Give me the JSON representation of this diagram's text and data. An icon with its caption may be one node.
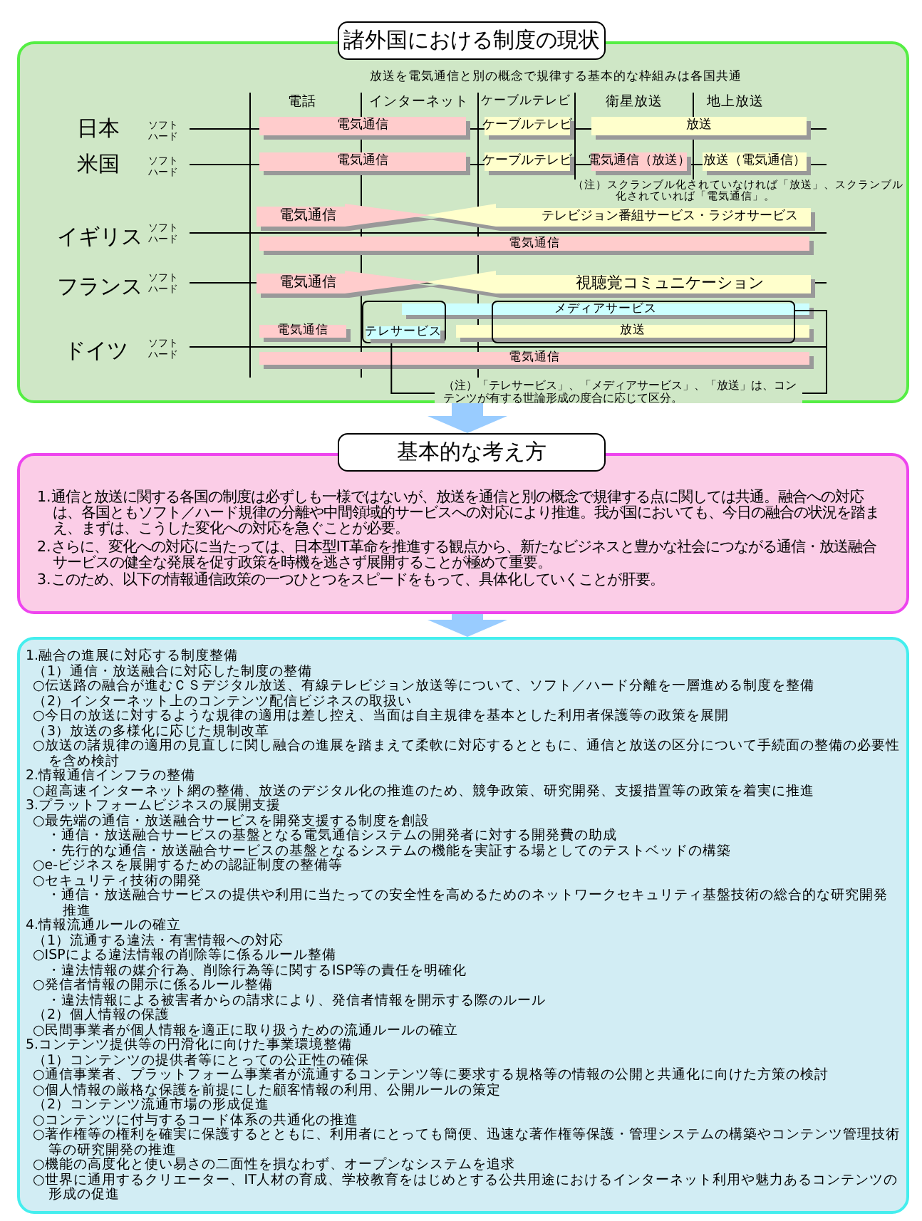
{
  "diagram": {
    "nodes": [
      {
        "text": [
          "諸外国における制度の現状"
        ]
      },
      {
        "text": [
          "電気通信"
        ],
        "in": 0
      },
      {
        "text": [
          "ケーブルテレビ"
        ],
        "in": 0
      },
      {
        "text": [
          "放送"
        ],
        "in": 0
      },
      {
        "text": [
          "電気通信"
        ],
        "in": 0
      },
      {
        "text": [
          "ケーブルテレビ"
        ],
        "in": 0
      },
      {
        "text": [
          "電気通信（放送）"
        ],
        "in": 0
      },
      {
        "text": [
          "放送（電気通信）"
        ],
        "in": 0
      },
      {
        "text": [
          "電気通信"
        ],
        "in": 0
      },
      {
        "text": [
          "テレビジョン番組サービス・ラジオサービス"
        ],
        "in": 0
      },
      {
        "text": [
          "電気通信"
        ],
        "in": 0
      },
      {
        "text": [
          "電気通信"
        ],
        "in": 0
      },
      {
        "text": [
          "視聴覚コミュニケーション"
        ],
        "in": 0
      },
      {
        "text": [],
        "shape": "box",
        "in": 0
      },
      {
        "text": [],
        "shape": "box",
        "in": 0
      },
      {
        "text": [
          "メディアサービス"
        ],
        "in": 0
      },
      {
        "text": [
          "電気通信"
        ],
        "in": 0
      },
      {
        "text": [
          "テレサービス"
        ],
        "in": 13
      },
      {
        "text": [
          "放送"
        ],
        "in": 0
      },
      {
        "text": [
          "電気通信"
        ],
        "in": 0
      },
      {
        "text": [
          "（注）「テレサービス」、「メディアサービス」、「放送」は、コンテンツが有する世論形成の度合に応じて区分。"
        ],
        "in": 0
      },
      {
        "text": [
          "基本的な考え方",
          "1.通信と放送に関する各国の制度は必ずしも一様ではないが、放送を通信と別の概念で規律する点に関しては共通。融合への対応は、各国ともソフト／ハード規律の分離や中間領域的サービスへの対応により推進。我が国においても、今日の融合の状況を踏まえ、まずは、こうした変化への対応を急ぐことが必要。",
          "2.さらに、変化への対応に当たっては、日本型IT革命を推進する観点から、新たなビジネスと豊かな社会につながる通信・放送融合サービスの健全な発展を促す政策を時機を逃さず展開することが極めて重要。",
          "3.このため、以下の情報通信政策の一つひとつをスピードをもって、具体化していくことが肝要。"
        ]
      },
      {
        "text": [
          "1.融合の進展に対応する制度整備",
          "（1）通信・放送融合に対応した制度の整備",
          "○伝送路の融合が進むＣＳデジタル放送、有線テレビジョン放送等について、ソフト／ハード分離を一層進める制度を整備",
          "（2）インターネット上のコンテンツ配信ビジネスの取扱い",
          "○今日の放送に対するような規律の適用は差し控え、当面は自主規律を基本とした利用者保護等の政策を展開",
          "（3）放送の多様化に応じた規制改革",
          "○放送の諸規律の適用の見直しに関し融合の進展を踏まえて柔軟に対応するとともに、通信と放送の区分について手続面の整備の必要性を含め検討",
          "2.情報通信インフラの整備",
          "○超高速インターネット網の整備、放送のデジタル化の推進のため、競争政策、研究開発、支援措置等の政策を着実に推進",
          "3.プラットフォームビジネスの展開支援",
          "○最先端の通信・放送融合サービスを開発支援する制度を創設",
          "・通信・放送融合サービスの基盤となる電気通信システムの開発者に対する開発費の助成",
          "・先行的な通信・放送融合サービスの基盤となるシステムの機能を実証する場としてのテストベッドの構築",
          "○e-ビジネスを展開するための認証制度の整備等",
          "○セキュリティ技術の開発",
          "・通信・放送融合サービスの提供や利用に当たっての安全性を高めるためのネットワークセキュリティ基盤技術の総合的な研究開発推進",
          "4.情報流通ルールの確立",
          "（1）流通する違法・有害情報への対応",
          "○ISPによる違法情報の削除等に係るルール整備",
          "・違法情報の媒介行為、削除行為等に関するISP等の責任を明確化",
          "○発信者情報の開示に係るルール整備",
          "・違法情報による被害者からの請求により、発信者情報を開示する際のルール",
          "（2）個人情報の保護",
          "○民間事業者が個人情報を適正に取り扱うための流通ルールの確立",
          "5.コンテンツ提供等の円滑化に向けた事業環境整備",
          "（1）コンテンツの提供者等にとっての公正性の確保",
          "○通信事業者、プラットフォーム事業者が流通するコンテンツ等に要求する規格等の情報の公開と共通化に向けた方策の検討",
          "○個人情報の厳格な保護を前提にした顧客情報の利用、公開ルールの策定",
          "（2）コンテンツ流通市場の形成促進",
          "○コンテンツに付与するコード体系の共通化の推進",
          "○著作権等の権利を確実に保護するとともに、利用者にとっても簡便、迅速な著作権等保護・管理システムの構築やコンテンツ管理技術等の研究開発の推進",
          "○機能の高度化と使い易さの二面性を損なわず、オープンなシステムを追求",
          "○世界に通用するクリエーター、IT人材の育成、学校教育をはじめとする公共用途におけるインターネット利用や魅力あるコンテンツの形成の促進"
        ]
      }
    ],
    "edges": [
      {
        "from": 0,
        "to": 21,
        "arrow": "to",
        "style": "thick",
        "color": "#99ccff"
      },
      {
        "from": 21,
        "to": 22,
        "arrow": "to",
        "style": "thick",
        "color": "#99ccff"
      },
      {
        "from": 13,
        "to": 20,
        "arrow": "none",
        "color": "#000000"
      },
      {
        "from": 14,
        "to": 20,
        "arrow": "none",
        "color": "#000000"
      }
    ],
    "labels": [
      "放送を電気通信と別の概念で規律する基本的な枠組みは各国共通",
      "電話",
      "インターネット",
      "ケーブルテレビ",
      "衛星放送",
      "地上放送",
      "日本",
      "ソフト",
      "ハード",
      "米国",
      "ソフト",
      "ハード",
      "（注）スクランブル化されていなければ「放送」、スクランブル化されていれば「電気通信」。",
      "イギリス",
      "ソフト",
      "ハード",
      "フランス",
      "ソフト",
      "ハード",
      "ドイツ",
      "ソフト",
      "ハード"
    ]
  }
}
